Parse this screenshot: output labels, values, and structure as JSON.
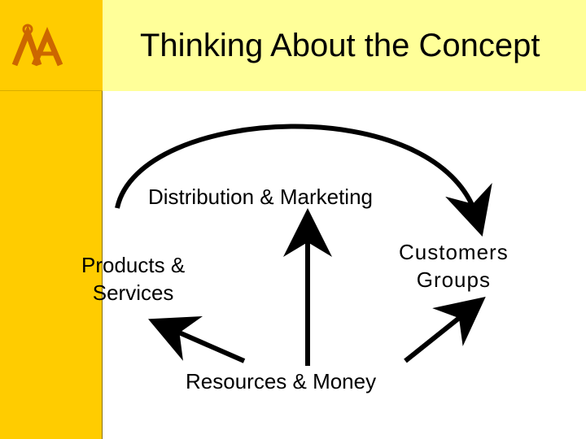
{
  "slide": {
    "title": "Thinking About the Concept"
  },
  "logo": {
    "icon": "lambda-alpha-logo-icon",
    "color": "#ffcc00"
  },
  "diagram": {
    "nodes": {
      "distribution": "Distribution & Marketing",
      "products_line1": "Products &",
      "products_line2": "Services",
      "customers_line1": "Customers",
      "customers_line2": "Groups",
      "resources": "Resources & Money"
    }
  },
  "colors": {
    "sidebar": "#ffcc00",
    "header": "#ffff99",
    "background": "#ffffff",
    "text": "#000000"
  }
}
